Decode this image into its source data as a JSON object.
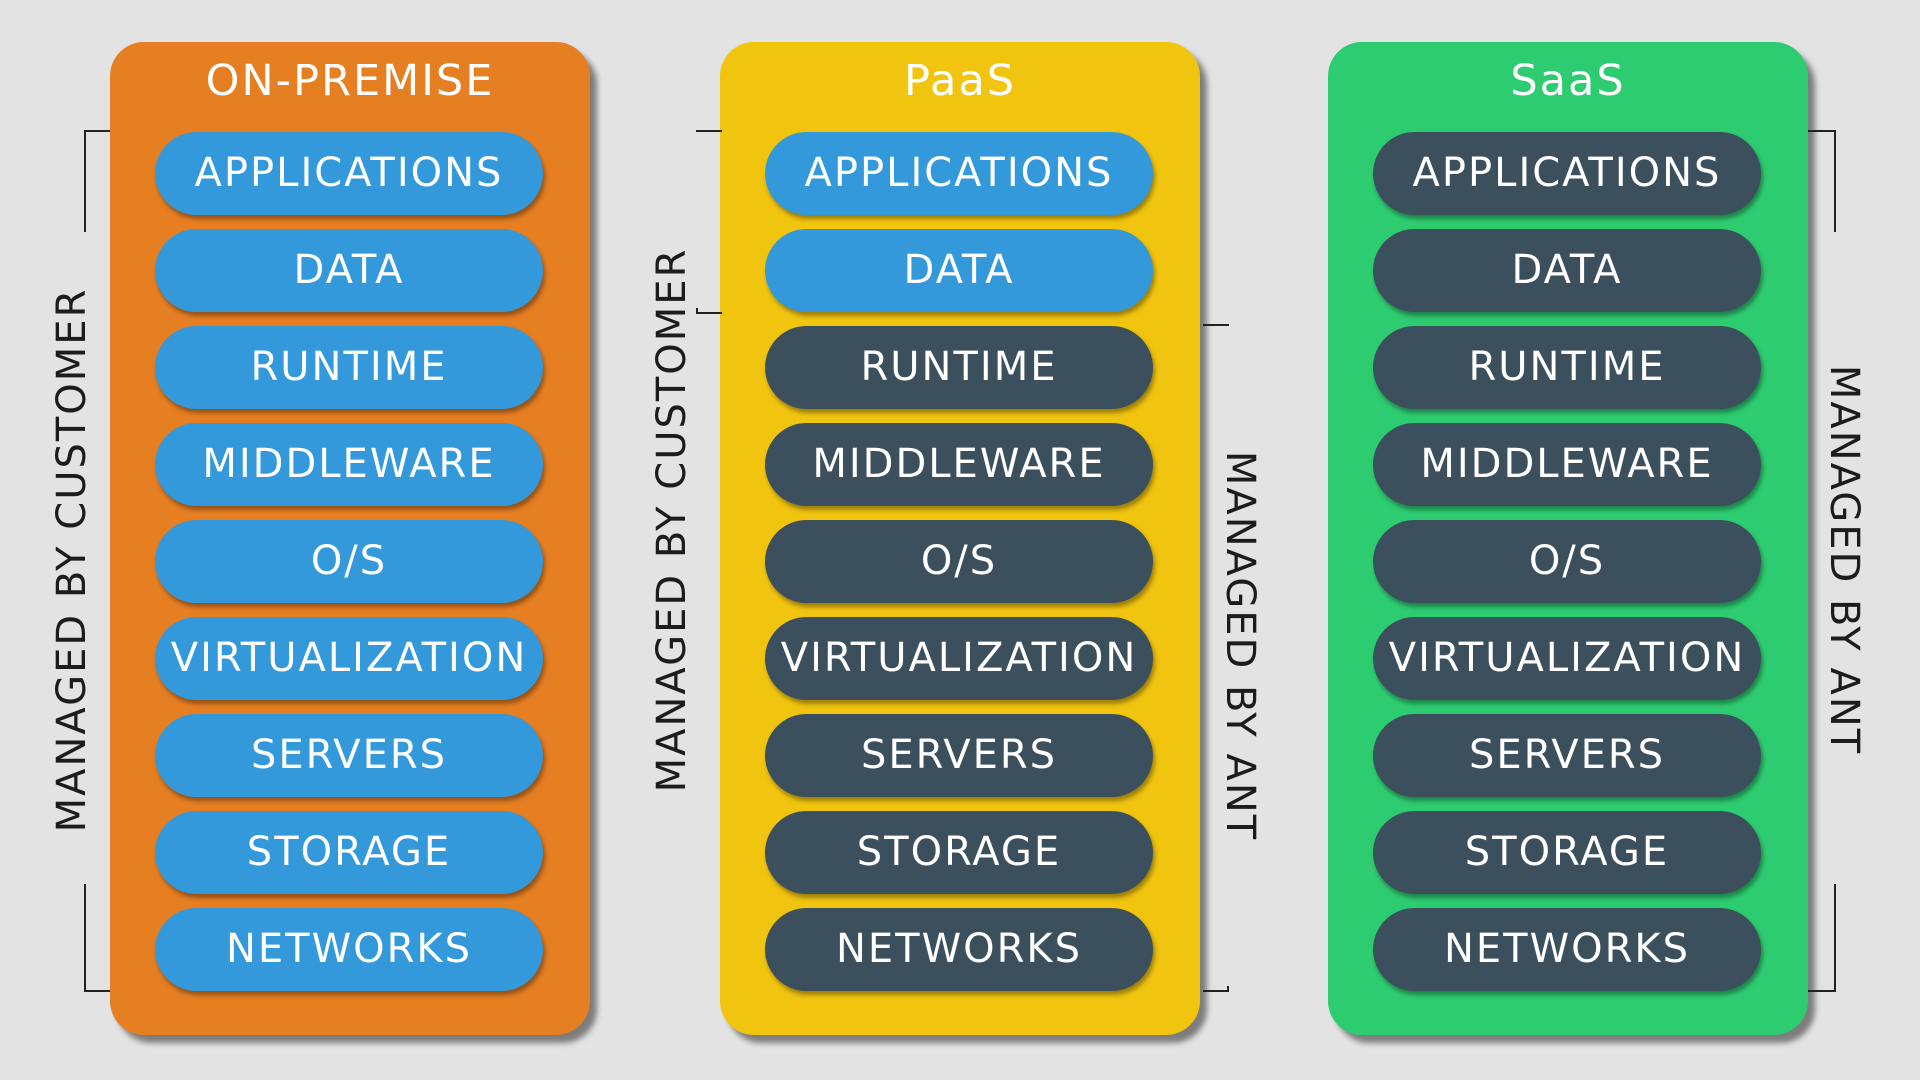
{
  "columns": [
    {
      "title": "ON-PREMISE",
      "color": "#e67e22",
      "layers": [
        {
          "label": "APPLICATIONS",
          "managed": "customer"
        },
        {
          "label": "DATA",
          "managed": "customer"
        },
        {
          "label": "RUNTIME",
          "managed": "customer"
        },
        {
          "label": "MIDDLEWARE",
          "managed": "customer"
        },
        {
          "label": "O/S",
          "managed": "customer"
        },
        {
          "label": "VIRTUALIZATION",
          "managed": "customer"
        },
        {
          "label": "SERVERS",
          "managed": "customer"
        },
        {
          "label": "STORAGE",
          "managed": "customer"
        },
        {
          "label": "NETWORKS",
          "managed": "customer"
        }
      ]
    },
    {
      "title": "PaaS",
      "color": "#f1c40f",
      "layers": [
        {
          "label": "APPLICATIONS",
          "managed": "customer"
        },
        {
          "label": "DATA",
          "managed": "customer"
        },
        {
          "label": "RUNTIME",
          "managed": "ant"
        },
        {
          "label": "MIDDLEWARE",
          "managed": "ant"
        },
        {
          "label": "O/S",
          "managed": "ant"
        },
        {
          "label": "VIRTUALIZATION",
          "managed": "ant"
        },
        {
          "label": "SERVERS",
          "managed": "ant"
        },
        {
          "label": "STORAGE",
          "managed": "ant"
        },
        {
          "label": "NETWORKS",
          "managed": "ant"
        }
      ]
    },
    {
      "title": "SaaS",
      "color": "#2ecc71",
      "layers": [
        {
          "label": "APPLICATIONS",
          "managed": "ant"
        },
        {
          "label": "DATA",
          "managed": "ant"
        },
        {
          "label": "RUNTIME",
          "managed": "ant"
        },
        {
          "label": "MIDDLEWARE",
          "managed": "ant"
        },
        {
          "label": "O/S",
          "managed": "ant"
        },
        {
          "label": "VIRTUALIZATION",
          "managed": "ant"
        },
        {
          "label": "SERVERS",
          "managed": "ant"
        },
        {
          "label": "STORAGE",
          "managed": "ant"
        },
        {
          "label": "NETWORKS",
          "managed": "ant"
        }
      ]
    }
  ],
  "labels": {
    "managed_by_customer": "MANAGED BY CUSTOMER",
    "managed_by_ant": "MANAGED BY ANT"
  },
  "colors": {
    "customer_layer": "#3499db",
    "ant_layer": "#3c4f5c",
    "background": "#e3e3e3"
  }
}
